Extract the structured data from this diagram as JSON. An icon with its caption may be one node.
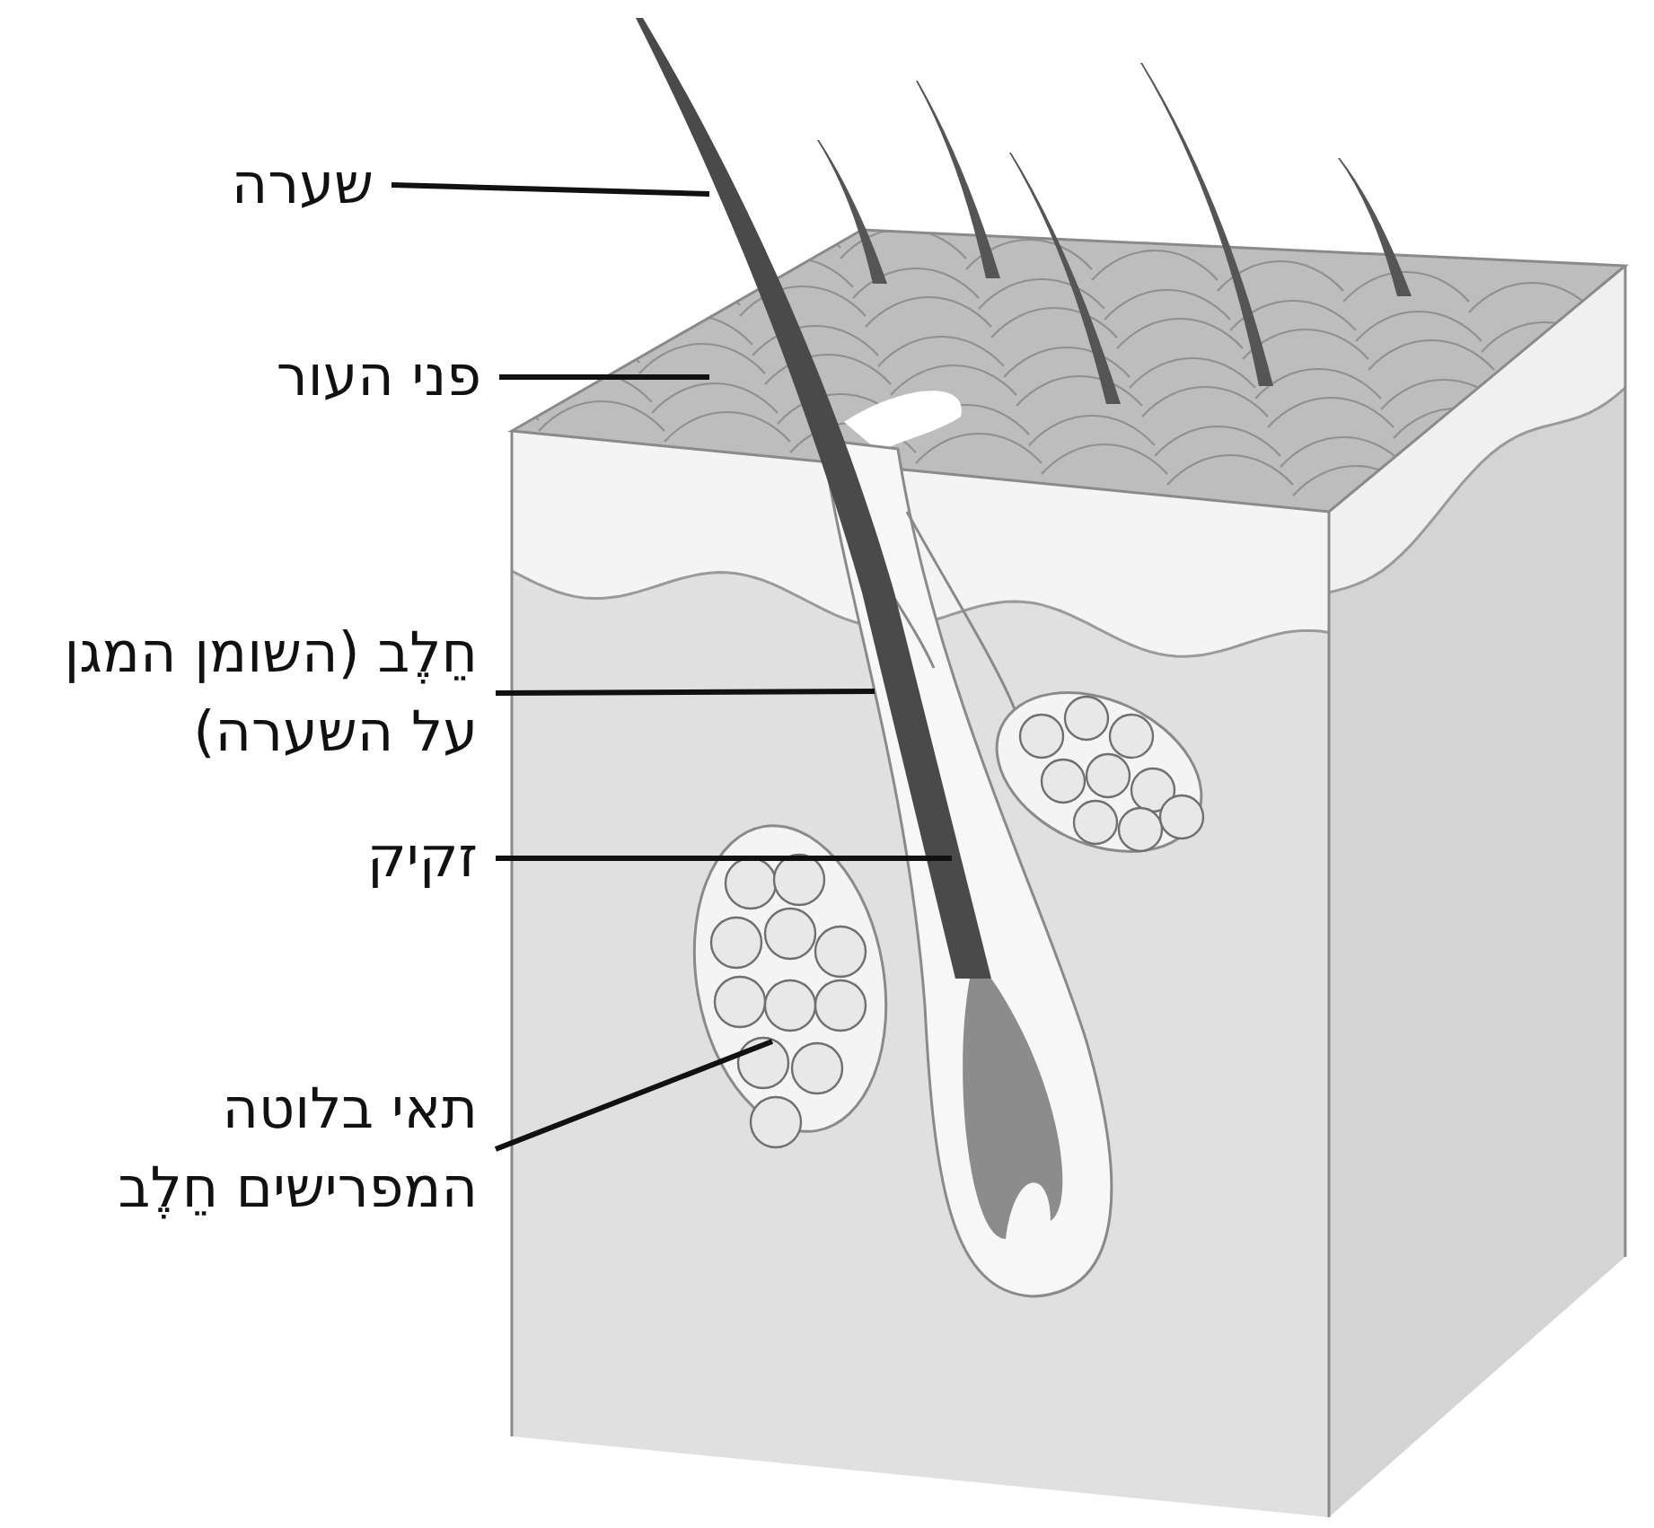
{
  "diagram": {
    "nodes": [
      {
        "text": [
          "שערה"
        ]
      },
      {
        "text": [
          "פני העור"
        ]
      },
      {
        "text": [
          "חֵלֶב (השומן המגן על השערה)"
        ]
      },
      {
        "text": [
          "זקיק"
        ]
      },
      {
        "text": [
          "תאי בלוטה המפרישים חֵלֶב"
        ]
      }
    ],
    "edges": [
      {
        "from": 0,
        "to": null,
        "arrow": "none"
      },
      {
        "from": 1,
        "to": null,
        "arrow": "none"
      },
      {
        "from": 2,
        "to": null,
        "arrow": "none"
      },
      {
        "from": 3,
        "to": null,
        "arrow": "none"
      },
      {
        "from": 4,
        "to": null,
        "arrow": "none"
      }
    ]
  }
}
